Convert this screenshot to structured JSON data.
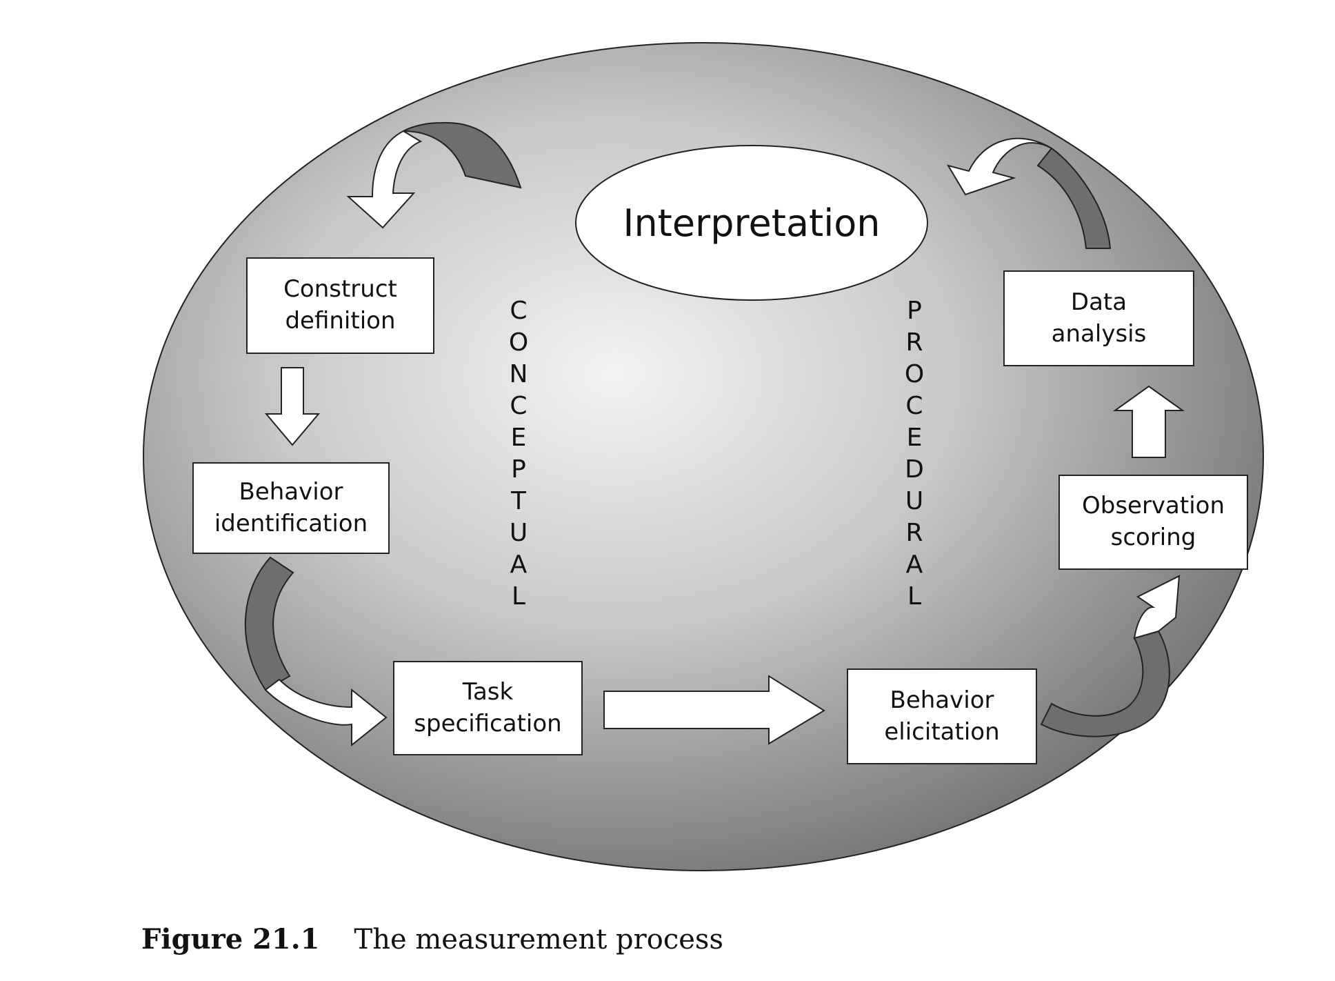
{
  "diagram": {
    "center": "Interpretation",
    "boxes": {
      "construct_definition": [
        "Construct",
        "definition"
      ],
      "behavior_identification": [
        "Behavior",
        "identification"
      ],
      "task_specification": [
        "Task",
        "specification"
      ],
      "behavior_elicitation": [
        "Behavior",
        "elicitation"
      ],
      "observation_scoring": [
        "Observation",
        "scoring"
      ],
      "data_analysis": [
        "Data",
        "analysis"
      ]
    },
    "side_labels": {
      "conceptual": [
        "C",
        "O",
        "N",
        "C",
        "E",
        "P",
        "T",
        "U",
        "A",
        "L"
      ],
      "procedural": [
        "P",
        "R",
        "O",
        "C",
        "E",
        "D",
        "U",
        "R",
        "A",
        "L"
      ]
    }
  },
  "caption": {
    "label": "Figure 21.1",
    "text": "The measurement process"
  },
  "colors": {
    "ellipse_light": "#f2f2f2",
    "ellipse_dark": "#6e6e6e",
    "arrow_dark": "#6a6a6a",
    "arrow_white": "#ffffff",
    "stroke": "#222222"
  }
}
